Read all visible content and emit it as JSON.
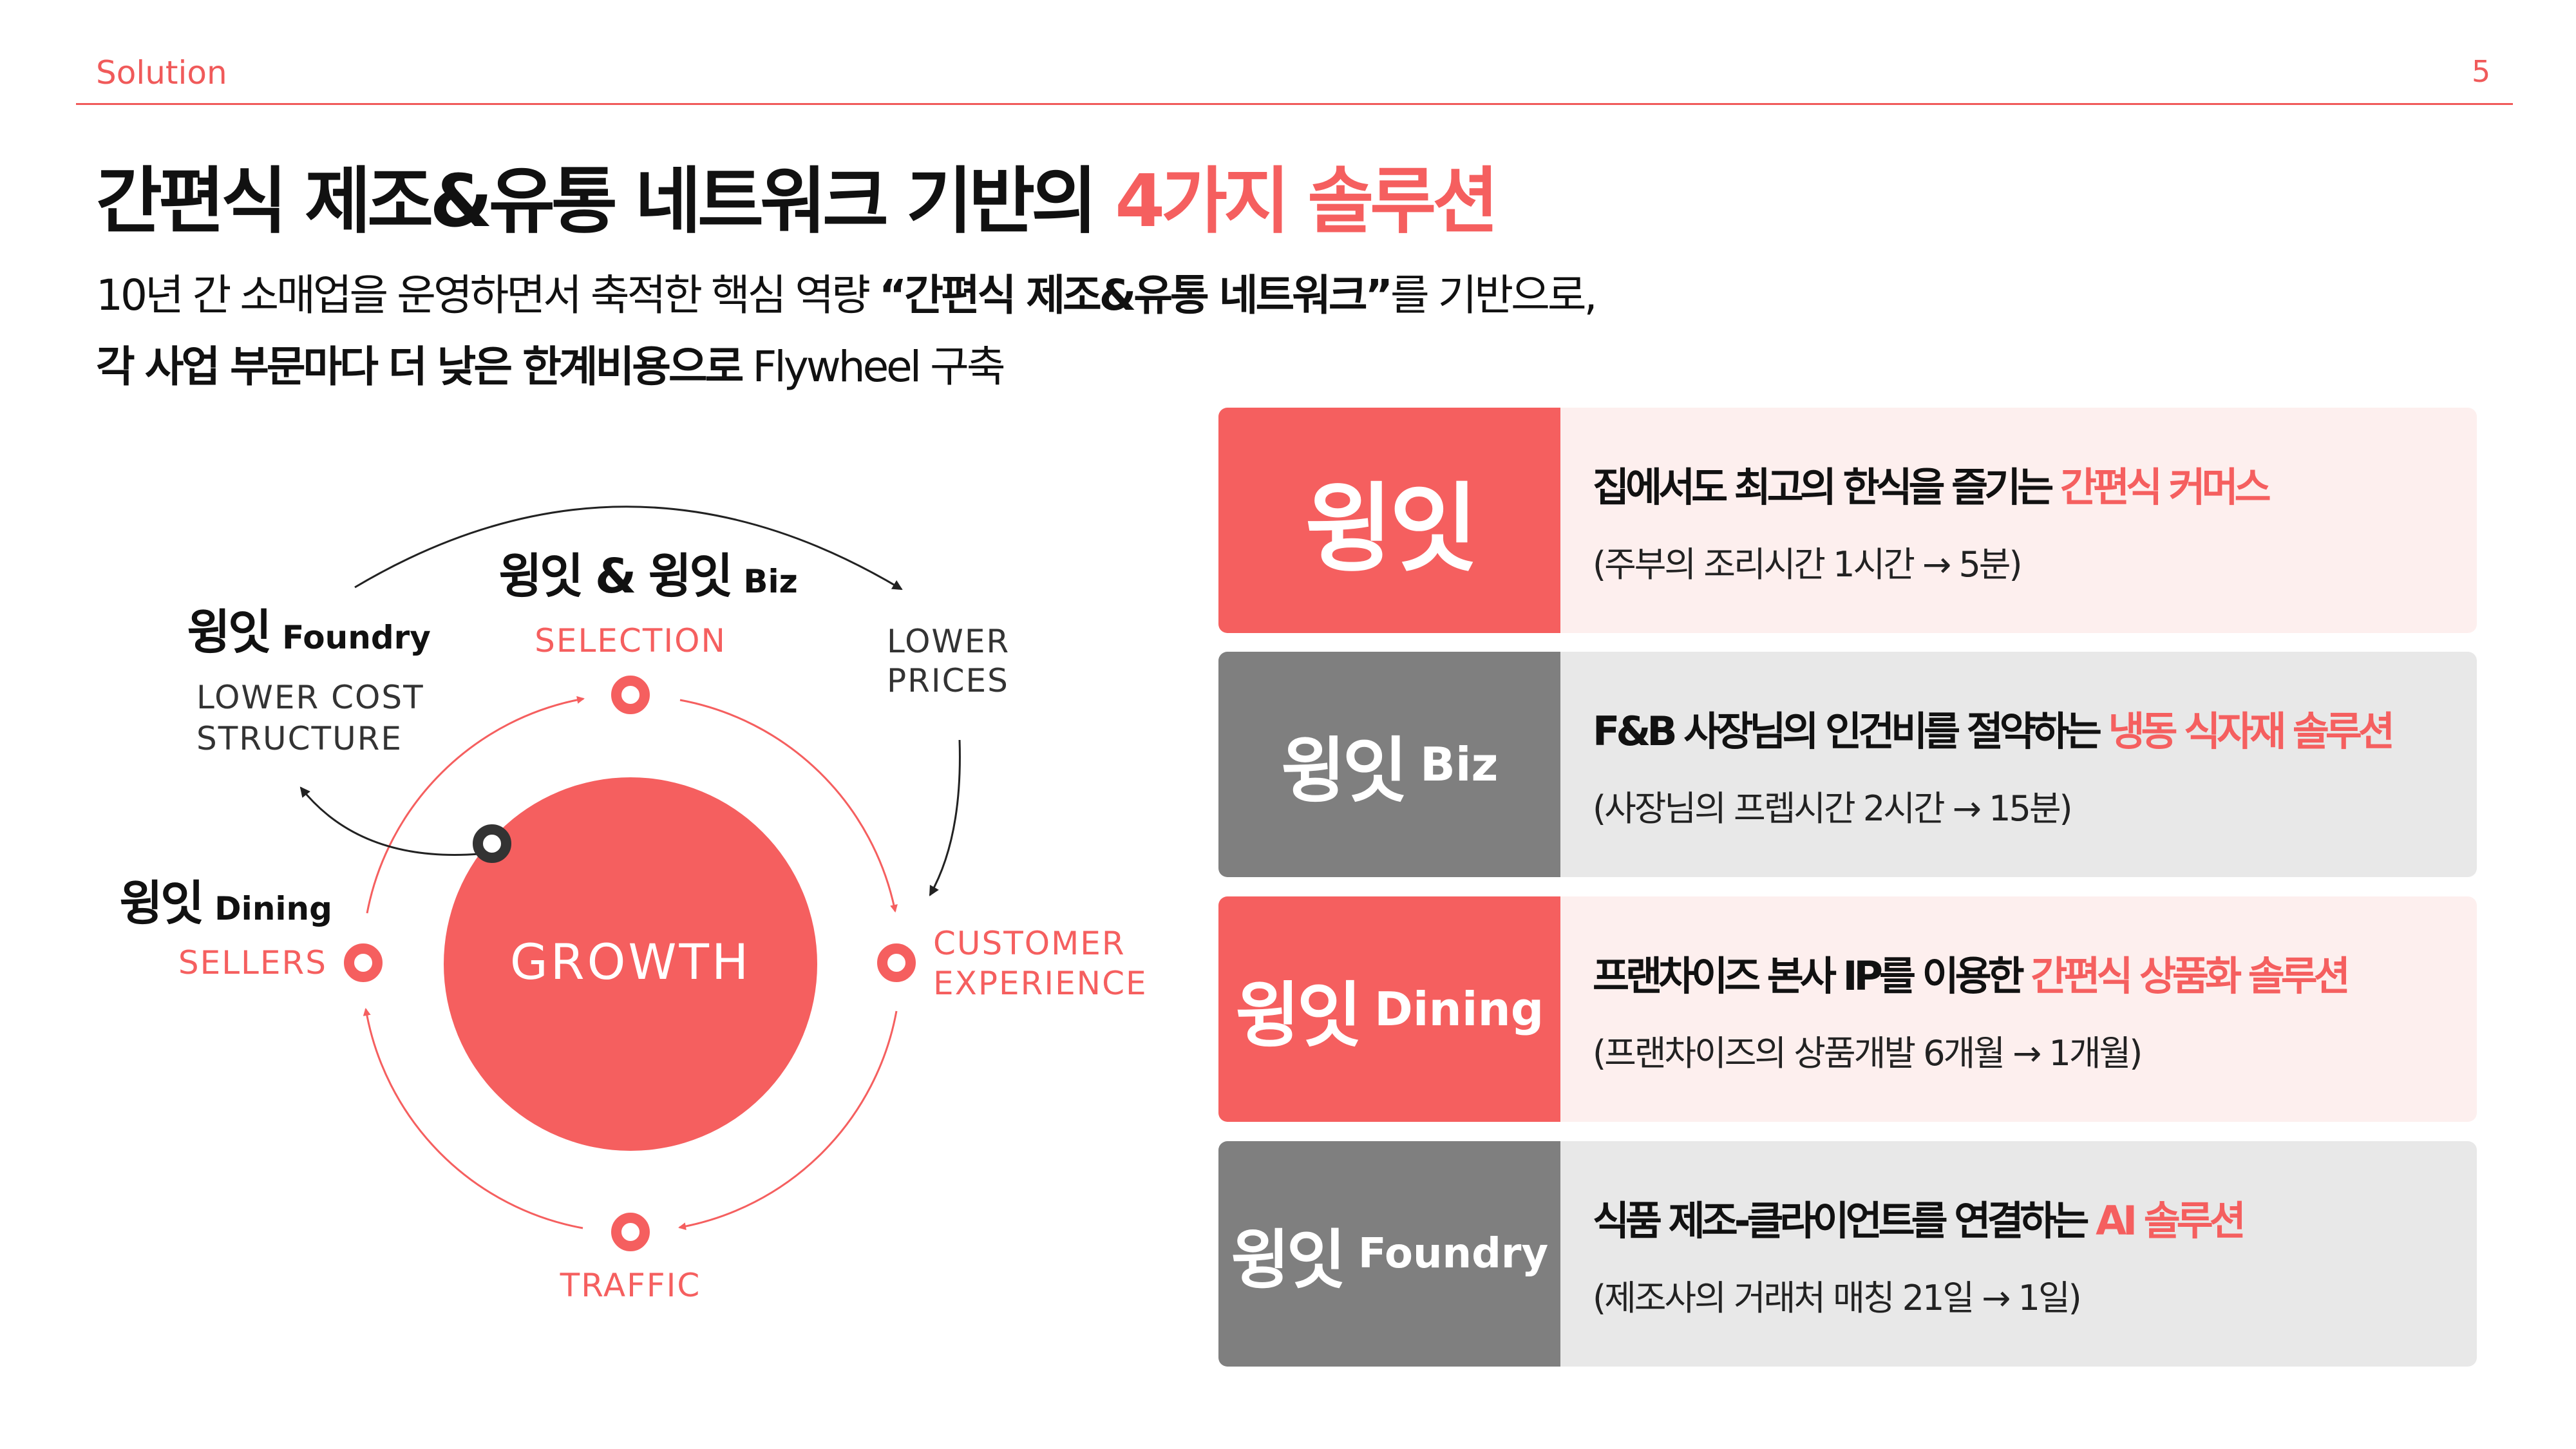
{
  "header": {
    "section": "Solution",
    "page_number": "5"
  },
  "title": {
    "prefix": "간편식 제조&유통 네트워크 기반의 ",
    "highlight": "4가지 솔루션"
  },
  "subtitle": {
    "line1_a": "10년 간 소매업을 운영하면서 축적한 핵심 역량 ",
    "line1_b": "“간편식 제조&유통 네트워크”",
    "line1_c": "를 기반으로,",
    "line2_a": "각 사업 부문마다 더 낮은 한계비용으로",
    "line2_b": " Flywheel 구축"
  },
  "diagram": {
    "center": "GROWTH",
    "nodes": {
      "top": "SELECTION",
      "right_1": "CUSTOMER",
      "right_2": "EXPERIENCE",
      "bottom": "TRAFFIC",
      "left": "SELLERS"
    },
    "notes": {
      "lower_cost_1": "LOWER COST",
      "lower_cost_2": "STRUCTURE",
      "lower_prices_1": "LOWER",
      "lower_prices_2": "PRICES"
    },
    "brands": {
      "top_ko": "윙잇 & 윙잇",
      "top_en": "Biz",
      "foundry_ko": "윙잇",
      "foundry_en": "Foundry",
      "dining_ko": "윙잇",
      "dining_en": "Dining"
    },
    "colors": {
      "accent": "#F55F5F",
      "dark": "#333333"
    }
  },
  "cards": [
    {
      "brand_ko": "윙잇",
      "brand_en": "",
      "main": "집에서도 최고의 한식을 즐기는 ",
      "highlight": "간편식 커머스",
      "note": "(주부의 조리시간 1시간 → 5분)"
    },
    {
      "brand_ko": "윙잇",
      "brand_en": "Biz",
      "main": "F&B 사장님의 인건비를 절약하는 ",
      "highlight": "냉동 식자재 솔루션",
      "note": "(사장님의 프렙시간 2시간 → 15분)"
    },
    {
      "brand_ko": "윙잇",
      "brand_en": "Dining",
      "main": "프랜차이즈 본사 IP를 이용한 ",
      "highlight": "간편식 상품화 솔루션",
      "note": "(프랜차이즈의 상품개발 6개월 → 1개월)"
    },
    {
      "brand_ko": "윙잇",
      "brand_en": "Foundry",
      "main": "식품 제조-클라이언트를 연결하는 ",
      "highlight": "AI 솔루션",
      "note": "(제조사의 거래처 매칭 21일 → 1일)"
    }
  ]
}
